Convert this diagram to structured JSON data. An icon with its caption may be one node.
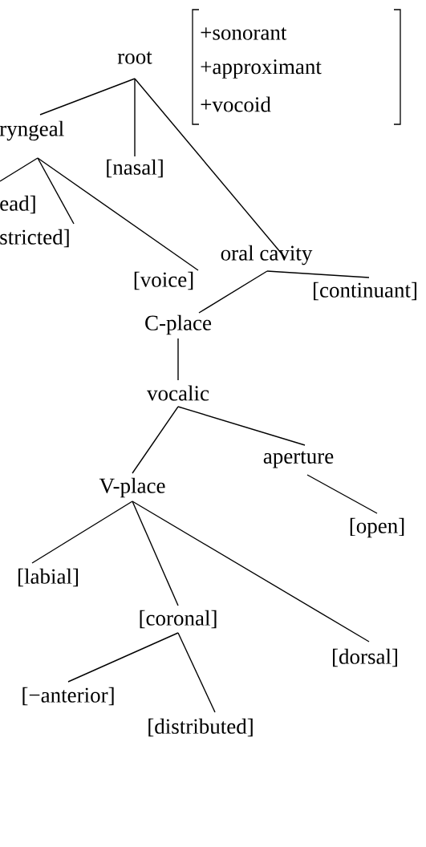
{
  "diagram": {
    "nodes": [
      {
        "text": [
          "root"
        ]
      },
      {
        "text": [
          "ryngeal"
        ]
      },
      {
        "text": [
          "[nasal]"
        ]
      },
      {
        "text": [
          "ead]"
        ]
      },
      {
        "text": [
          "stricted]"
        ]
      },
      {
        "text": [
          "[voice]"
        ]
      },
      {
        "text": [
          "oral cavity"
        ]
      },
      {
        "text": [
          "[continuant]"
        ]
      },
      {
        "text": [
          "C-place"
        ]
      },
      {
        "text": [
          "vocalic"
        ]
      },
      {
        "text": [
          "aperture"
        ]
      },
      {
        "text": [
          "V-place"
        ]
      },
      {
        "text": [
          "[open]"
        ]
      },
      {
        "text": [
          "[labial]"
        ]
      },
      {
        "text": [
          "[coronal]"
        ]
      },
      {
        "text": [
          "[dorsal]"
        ]
      },
      {
        "text": [
          "[−anterior]"
        ]
      },
      {
        "text": [
          "[distributed]"
        ]
      }
    ],
    "edges": [
      {
        "from": 0,
        "to": 1,
        "arrow": "none"
      },
      {
        "from": 0,
        "to": 2,
        "arrow": "none"
      },
      {
        "from": 0,
        "to": 6,
        "arrow": "none"
      },
      {
        "from": 1,
        "to": 3,
        "arrow": "none"
      },
      {
        "from": 1,
        "to": 4,
        "arrow": "none"
      },
      {
        "from": 1,
        "to": 5,
        "arrow": "none"
      },
      {
        "from": 6,
        "to": 8,
        "arrow": "none"
      },
      {
        "from": 6,
        "to": 7,
        "arrow": "none"
      },
      {
        "from": 8,
        "to": 9,
        "arrow": "none"
      },
      {
        "from": 9,
        "to": 11,
        "arrow": "none"
      },
      {
        "from": 9,
        "to": 10,
        "arrow": "none"
      },
      {
        "from": 10,
        "to": 12,
        "arrow": "none"
      },
      {
        "from": 11,
        "to": 13,
        "arrow": "none"
      },
      {
        "from": 11,
        "to": 14,
        "arrow": "none"
      },
      {
        "from": 11,
        "to": 15,
        "arrow": "none"
      },
      {
        "from": 14,
        "to": 16,
        "arrow": "none"
      },
      {
        "from": 14,
        "to": 17,
        "arrow": "none"
      }
    ],
    "labels": [
      "+sonorant",
      "+approximant",
      "+vocoid"
    ]
  }
}
